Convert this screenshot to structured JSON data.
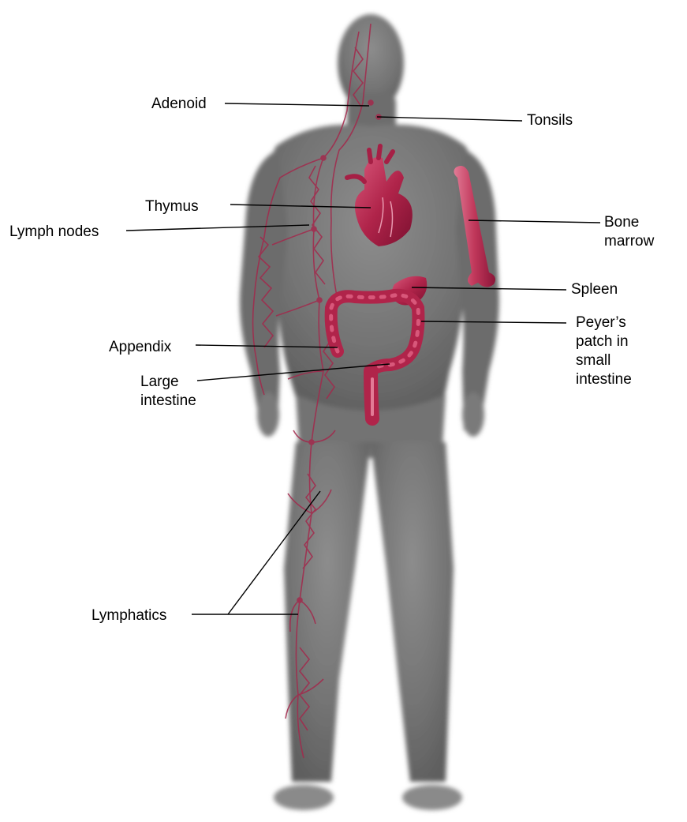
{
  "colors": {
    "body": "#7a7a7a",
    "body_dark": "#5a5a5a",
    "body_light": "#a9a9a9",
    "organ": "#b0244a",
    "organ_dark": "#7c1030",
    "organ_light": "#d8577a",
    "leader_line": "#000000"
  },
  "labels": {
    "adenoid": "Adenoid",
    "tonsils": "Tonsils",
    "thymus": "Thymus",
    "lymph_nodes": "Lymph nodes",
    "bone_marrow": [
      "Bone",
      "marrow"
    ],
    "spleen": "Spleen",
    "peyers_patch": [
      "Peyer’s",
      "patch in",
      "small",
      "intestine"
    ],
    "appendix": "Appendix",
    "large_intestine": [
      "Large",
      "intestine"
    ],
    "lymphatics": "Lymphatics"
  },
  "icons": {
    "body": "human-body-silhouette",
    "heart": "heart-icon",
    "bone": "bone-icon",
    "spleen": "spleen-icon",
    "intestine": "intestine-icon",
    "lymphatics": "lymphatic-vessels-icon"
  }
}
